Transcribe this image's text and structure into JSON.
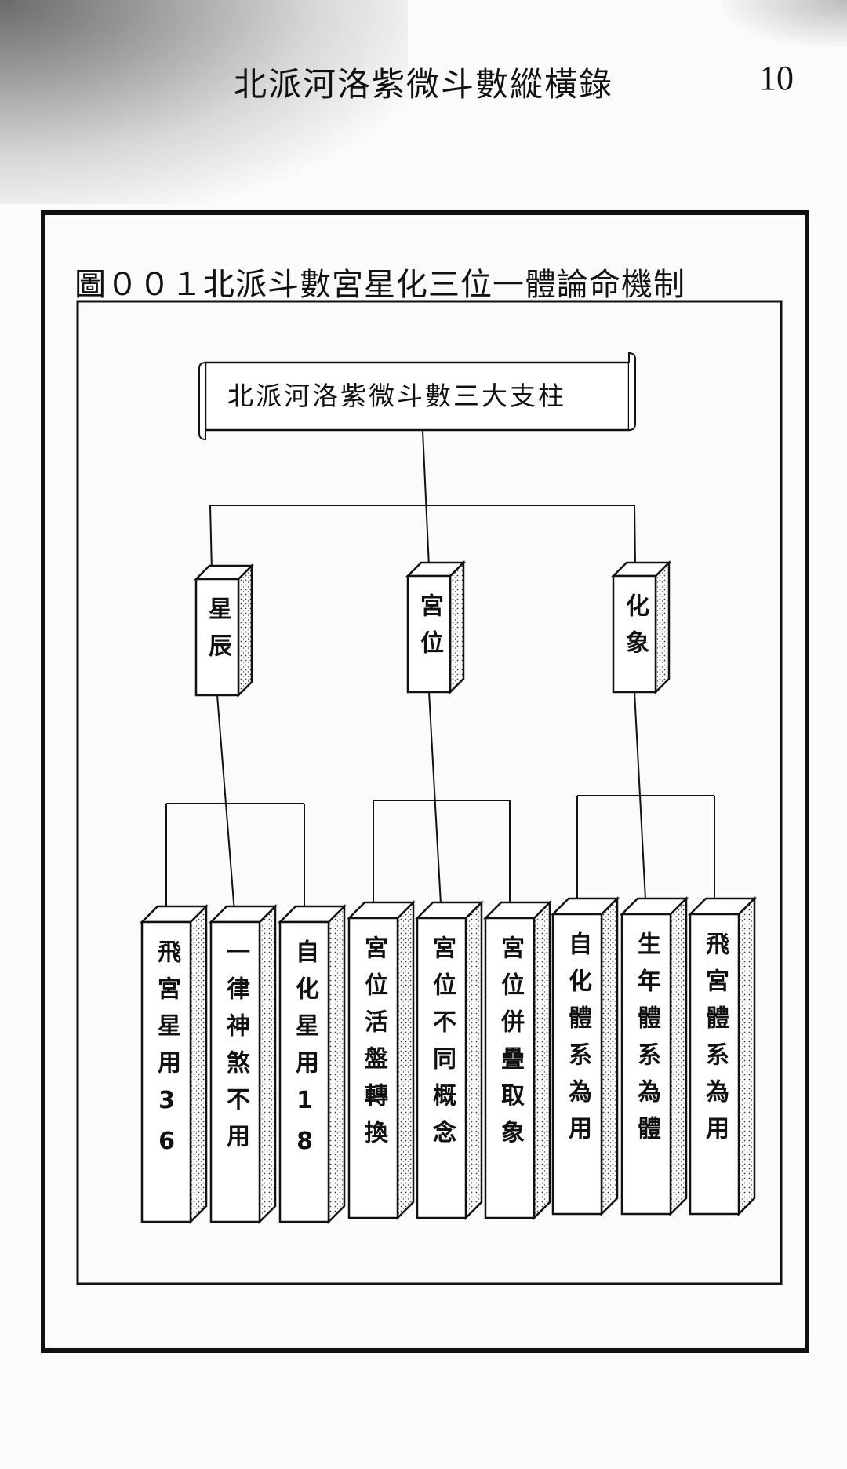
{
  "header": {
    "running_title": "北派河洛紫微斗數縱橫錄",
    "page_number": "10"
  },
  "figure": {
    "title": "圖００１北派斗數宮星化三位一體論命機制",
    "root": "北派河洛紫微斗數三大支柱",
    "pillars": [
      {
        "label": "星辰",
        "children": [
          "飛宮星用36",
          "一律神煞不用",
          "自化星用18"
        ]
      },
      {
        "label": "宮位",
        "children": [
          "宮位活盤轉換",
          "宮位不同概念",
          "宮位併疊取象"
        ]
      },
      {
        "label": "化象",
        "children": [
          "自化體系為用",
          "生年體系為體",
          "飛宮體系為用"
        ]
      }
    ]
  }
}
